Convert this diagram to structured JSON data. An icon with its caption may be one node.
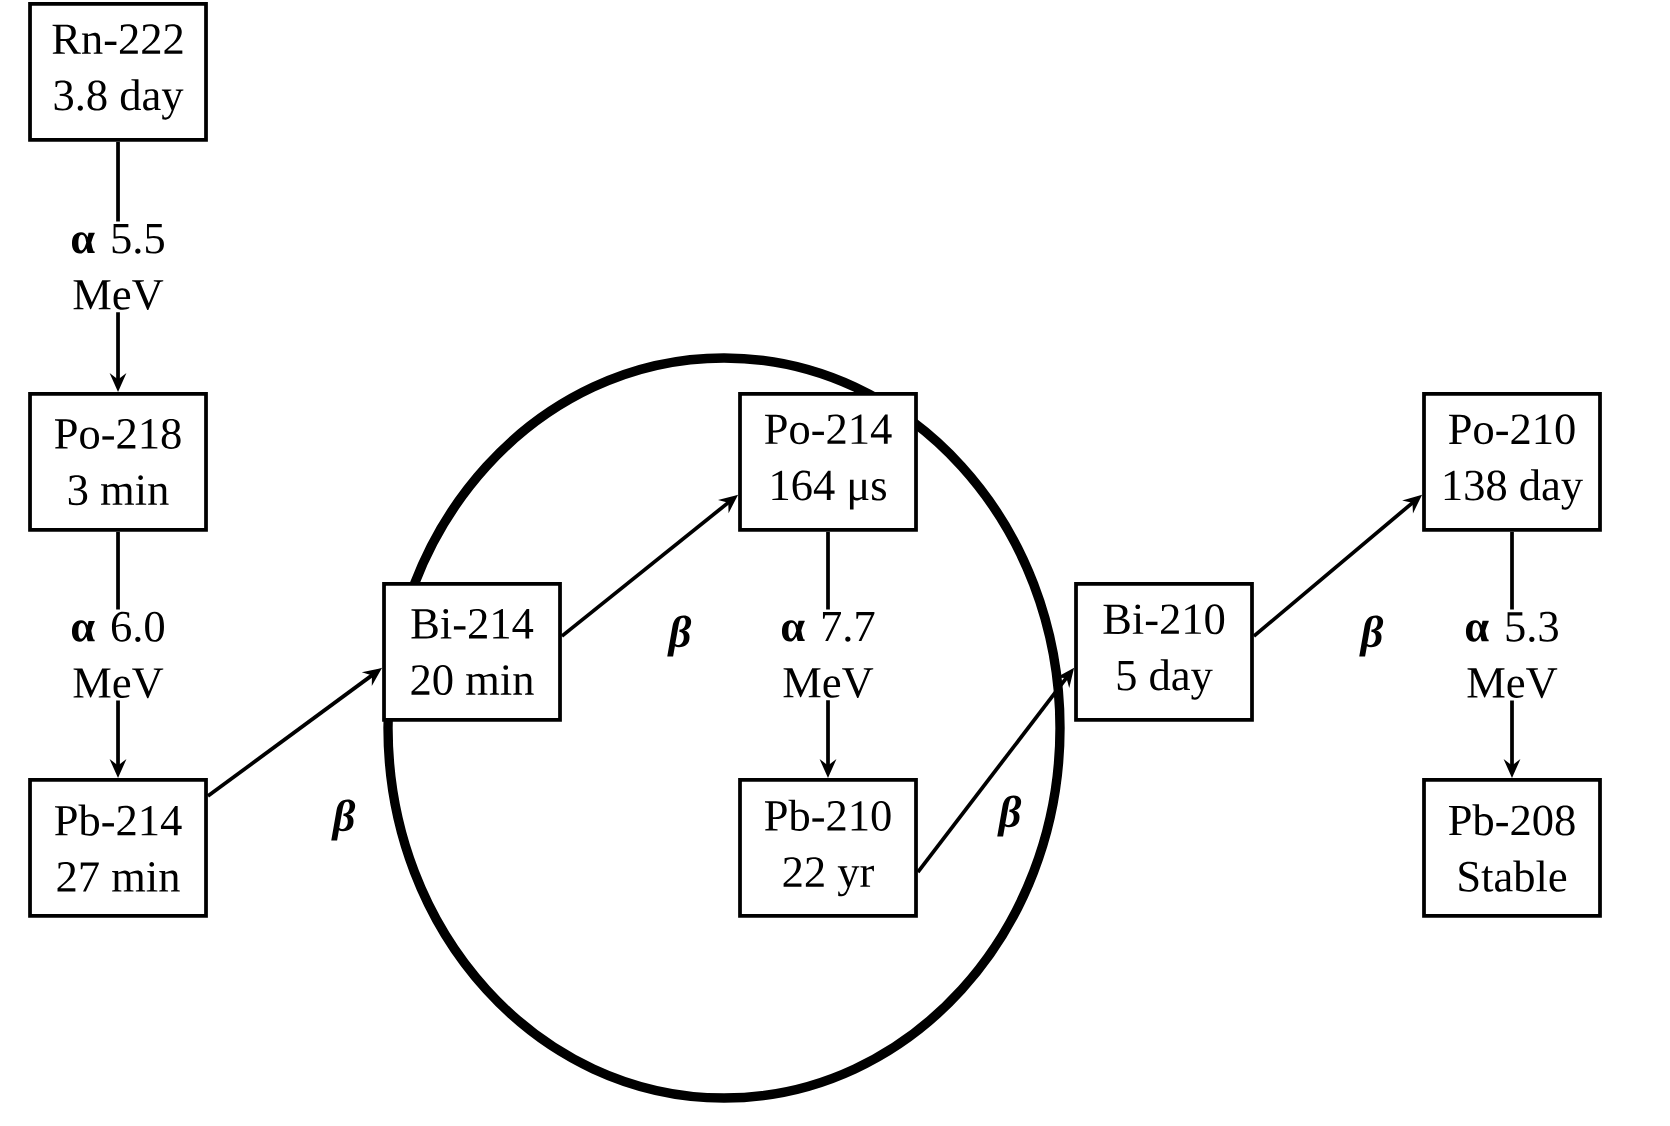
{
  "diagram": {
    "nodes": [
      {
        "text": [
          "Rn-222",
          "3.8 day"
        ]
      },
      {
        "text": [
          "Po-218",
          "3 min"
        ]
      },
      {
        "text": [
          "Pb-214",
          "27 min"
        ]
      },
      {
        "text": [
          "Bi-214",
          "20 min"
        ]
      },
      {
        "text": [
          "Po-214",
          "164 μs"
        ]
      },
      {
        "text": [
          "Pb-210",
          "22 yr"
        ]
      },
      {
        "text": [
          "Bi-210",
          "5 day"
        ]
      },
      {
        "text": [
          "Po-210",
          "138 day"
        ]
      },
      {
        "text": [
          "Pb-208",
          "Stable"
        ]
      }
    ],
    "edges": [
      {
        "from": 0,
        "to": 1,
        "arrow": "to",
        "label": "**α** 5.5 MeV"
      },
      {
        "from": 1,
        "to": 2,
        "arrow": "to",
        "label": "**α** 6.0 MeV"
      },
      {
        "from": 2,
        "to": 3,
        "arrow": "to",
        "label": "β"
      },
      {
        "from": 3,
        "to": 4,
        "arrow": "to",
        "label": "β"
      },
      {
        "from": 4,
        "to": 5,
        "arrow": "to",
        "label": "**α** 7.7 MeV"
      },
      {
        "from": 5,
        "to": 6,
        "arrow": "to",
        "label": "β"
      },
      {
        "from": 6,
        "to": 7,
        "arrow": "to",
        "label": "β"
      },
      {
        "from": 7,
        "to": 8,
        "arrow": "to",
        "label": "**α** 5.3 MeV"
      }
    ]
  }
}
